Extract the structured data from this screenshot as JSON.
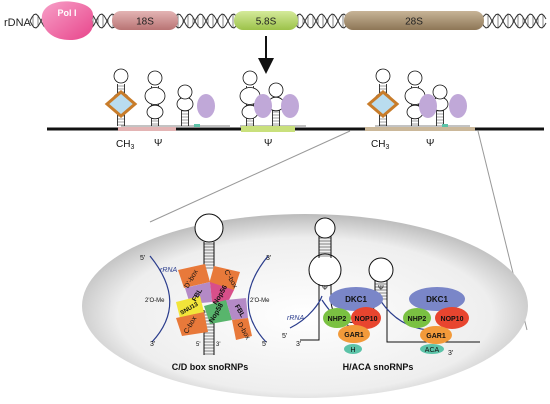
{
  "figure": {
    "labels": {
      "rdna": "rDNA",
      "pol_i": "Pol I",
      "gene_18s": "18S",
      "gene_58s": "5.8S",
      "gene_28s": "28S",
      "ch3": "CH",
      "ch3_sub": "3",
      "psi": "Ψ",
      "cd_title": "C/D box snoRNPs",
      "haca_title": "H/ACA snoRNPs",
      "rrna": "rRNA",
      "five_prime": "5'",
      "three_prime": "3'",
      "two_o_me": "2'O-Me"
    },
    "cd_proteins": {
      "nop56": "Nop56",
      "fbl": "FBL",
      "snu13": "SNU13",
      "nop58": "Nop58",
      "d_prime_box": "D'-box",
      "c_prime_box": "C'-box",
      "c_box": "C-box",
      "d_box": "D-box"
    },
    "haca_proteins": {
      "dkc1": "DKC1",
      "nop10": "NOP10",
      "nhp2": "NHP2",
      "gar1": "GAR1",
      "h_box": "H",
      "aca_box": "ACA"
    },
    "colors": {
      "pol_i": "#e8458b",
      "gene_18s": "#c98a8a",
      "gene_58s": "#b5d56a",
      "gene_28s": "#a58e6e",
      "sno_loop_fill": "#b9dcef",
      "sno_loop_border": "#c87c2a",
      "sno_protein": "#c0a8d8",
      "dkc1": "#7a86c8",
      "nop10": "#e8452f",
      "nhp2": "#7ac142",
      "gar1": "#f29a3a",
      "box_teal": "#5cc3a8",
      "fbl_purple": "#b48ac6",
      "nop56_pink": "#d84f8a",
      "snu13_yellow": "#f2e53a",
      "nop58_green": "#58b56c",
      "box_orange": "#e8793a",
      "rrna_line": "#2a3c8c"
    }
  }
}
